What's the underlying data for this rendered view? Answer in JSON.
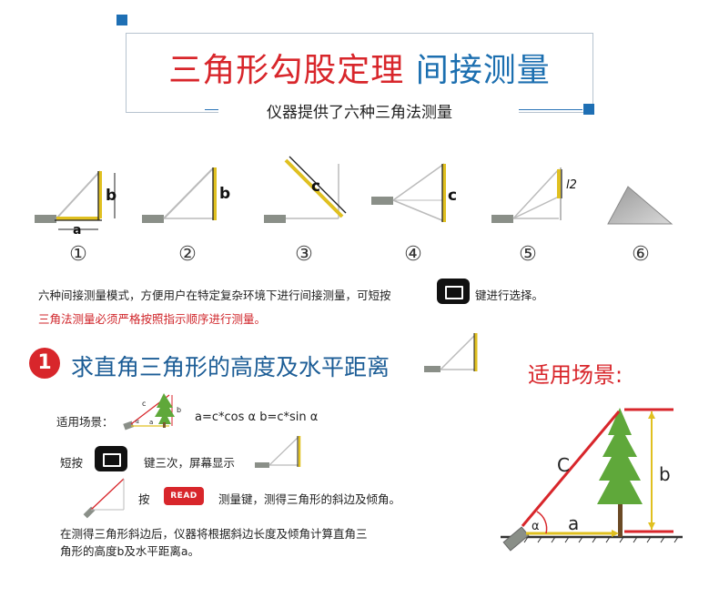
{
  "header": {
    "title_red": "三角形勾股定理",
    "title_blue": "间接测量",
    "subtitle": "仪器提供了六种三角法测量"
  },
  "modes": {
    "numbers": [
      "①",
      "②",
      "③",
      "④",
      "⑤",
      "⑥"
    ],
    "labels": {
      "a": "a",
      "b": "b",
      "c": "c",
      "l2": "l2"
    }
  },
  "description": {
    "line1_before": "六种间接测量模式，方便用户在特定复杂环境下进行间接测量，可短按",
    "line1_after": "键进行选择。",
    "warning": "三角法测量必须严格按照指示顺序进行测量。"
  },
  "section1": {
    "badge": "1",
    "title": "求直角三角形的高度及水平距离",
    "scene_label": "适用场景：",
    "formula": "a=c*cos α  b=c*sin α",
    "press_before": "短按",
    "press_after": "键三次，屏幕显示",
    "read_before": "按",
    "read_button": "READ",
    "read_after": "测量键，测得三角形的斜边及倾角。",
    "note_line1": "在测得三角形斜边后，仪器将根据斜边长度及倾角计算直角三",
    "note_line2": "角形的高度b及水平距离a。",
    "mini_labels": {
      "c": "c",
      "b": "b",
      "a": "a",
      "alpha": "α"
    }
  },
  "scene": {
    "title": "适用场景:",
    "labels": {
      "c": "C",
      "b": "b",
      "a": "a",
      "alpha": "α"
    }
  },
  "colors": {
    "red": "#d8262b",
    "blue": "#1c6fb0",
    "yellow": "#e0c020",
    "device_gray": "#8a8f88"
  }
}
